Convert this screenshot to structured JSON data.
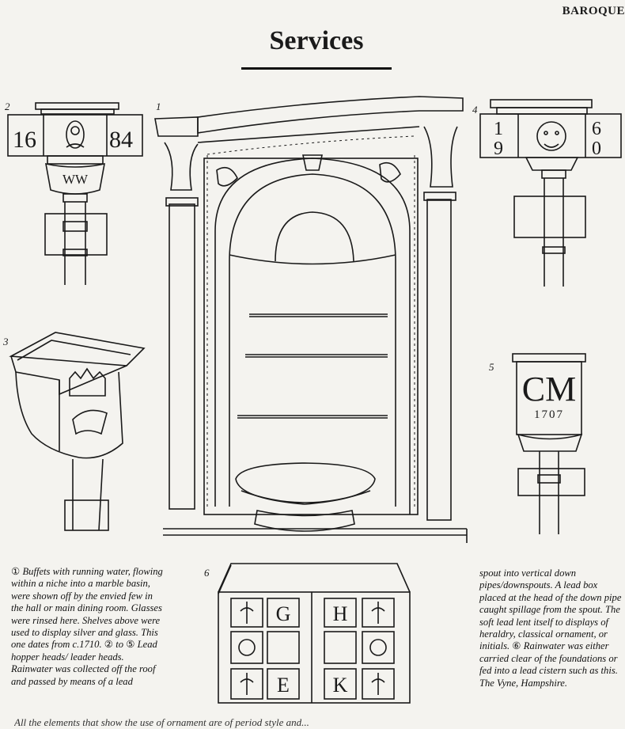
{
  "header": {
    "section_label": "BAROQUE"
  },
  "page": {
    "title": "Services"
  },
  "figures": {
    "f1": {
      "number": "1"
    },
    "f2": {
      "number": "2",
      "hopper_text_left": "16",
      "hopper_text_right": "84",
      "monogram": "WW"
    },
    "f3": {
      "number": "3"
    },
    "f4": {
      "number": "4",
      "hopper_digits": [
        "1",
        "6",
        "9",
        "0"
      ]
    },
    "f5": {
      "number": "5",
      "initials": "CM",
      "year": "1707"
    },
    "f6": {
      "number": "6",
      "panel_letters": [
        "G",
        "H",
        "E",
        "K"
      ]
    }
  },
  "captions": {
    "left": {
      "marker1": "①",
      "text1": "Buffets with running water, flowing within a niche into a marble basin, were shown off by the envied few in the hall or main dining room. Glasses were rinsed here. Shelves above were used to display silver and glass. This one dates from c.1710.",
      "marker2": "②",
      "to_word": "to",
      "marker5": "⑤",
      "text2": "Lead hopper heads/ leader heads. Rainwater was collected off the roof and passed by means of a lead"
    },
    "right": {
      "text1": "spout into vertical down pipes/downspouts. A lead box placed at the head of the down pipe caught spillage from the spout. The soft lead lent itself to displays of heraldry, classical ornament, or initials.",
      "marker6": "⑥",
      "text2": "Rainwater was either carried clear of the foundations or fed into a lead cistern such as this. The Vyne, Hampshire."
    }
  },
  "footer": {
    "partial_text": "All the elements that show the use of ornament are of period style and..."
  }
}
